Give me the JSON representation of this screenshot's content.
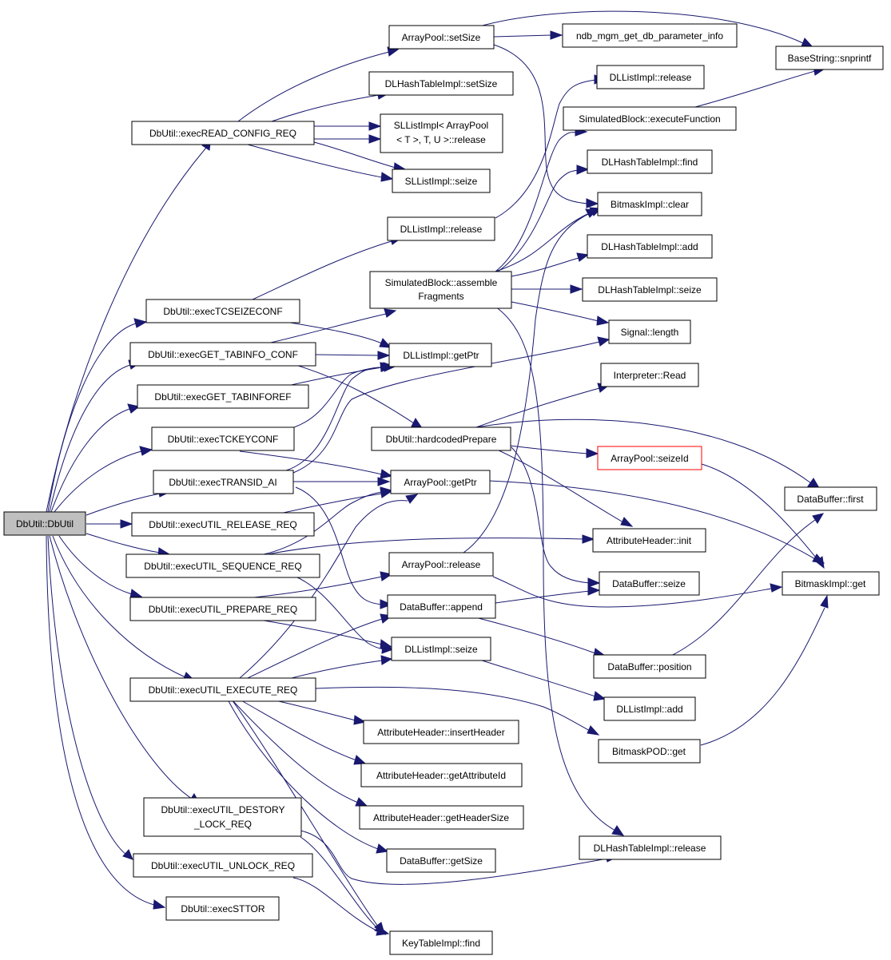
{
  "colors": {
    "edge": "#191970",
    "root_fill": "#bfbfbf",
    "highlight_border": "#ff0000",
    "node_border": "#000000"
  },
  "nodes": {
    "root": "DbUtil::DbUtil",
    "read_config": "DbUtil::execREAD_CONFIG_REQ",
    "tcseize": "DbUtil::execTCSEIZECONF",
    "tabinfo_conf": "DbUtil::execGET_TABINFO_CONF",
    "tabinforef": "DbUtil::execGET_TABINFOREF",
    "tckeyconf": "DbUtil::execTCKEYCONF",
    "transid": "DbUtil::execTRANSID_AI",
    "release_req": "DbUtil::execUTIL_RELEASE_REQ",
    "sequence_req": "DbUtil::execUTIL_SEQUENCE_REQ",
    "prepare_req": "DbUtil::execUTIL_PREPARE_REQ",
    "execute_req": "DbUtil::execUTIL_EXECUTE_REQ",
    "destory_lock": [
      "DbUtil::execUTIL_DESTORY",
      "_LOCK_REQ"
    ],
    "unlock_req": "DbUtil::execUTIL_UNLOCK_REQ",
    "sttor": "DbUtil::execSTTOR",
    "ap_setsize": "ArrayPool::setSize",
    "dlh_setsize": "DLHashTableImpl::setSize",
    "sll_release": [
      "SLListImpl< ArrayPool",
      "< T >, T, U >::release"
    ],
    "sll_seize": "SLListImpl::seize",
    "dll_release_mid": "DLListImpl::release",
    "sb_assemble": [
      "SimulatedBlock::assemble",
      "Fragments"
    ],
    "dll_getptr": "DLListImpl::getPtr",
    "hardcoded": "DbUtil::hardcodedPrepare",
    "ap_getptr": "ArrayPool::getPtr",
    "ap_release": "ArrayPool::release",
    "db_append": "DataBuffer::append",
    "dll_seize": "DLListImpl::seize",
    "ah_insert": "AttributeHeader::insertHeader",
    "ah_getattr": "AttributeHeader::getAttributeId",
    "ah_getsize": "AttributeHeader::getHeaderSize",
    "db_getsize": "DataBuffer::getSize",
    "kt_find": "KeyTableImpl::find",
    "ndb_mgm": "ndb_mgm_get_db_parameter_info",
    "dll_release_top": "DLListImpl::release",
    "sb_execfn": "SimulatedBlock::executeFunction",
    "dlh_find": "DLHashTableImpl::find",
    "bm_clear": "BitmaskImpl::clear",
    "dlh_add": "DLHashTableImpl::add",
    "dlh_seize": "DLHashTableImpl::seize",
    "sig_length": "Signal::length",
    "interp_read": "Interpreter::Read",
    "ap_seizeid": "ArrayPool::seizeId",
    "ah_init": "AttributeHeader::init",
    "db_seize": "DataBuffer::seize",
    "db_position": "DataBuffer::position",
    "dll_add": "DLListImpl::add",
    "bmpod_get": "BitmaskPOD::get",
    "dlh_release": "DLHashTableImpl::release",
    "bs_snprintf": "BaseString::snprintf",
    "db_first": "DataBuffer::first",
    "bm_get": "BitmaskImpl::get"
  }
}
